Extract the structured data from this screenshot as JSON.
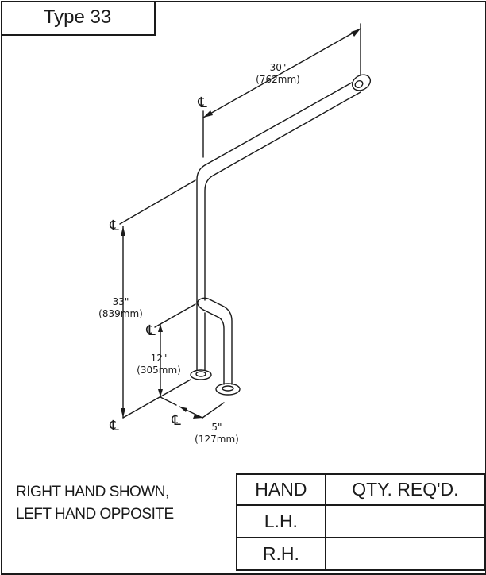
{
  "title": "Type 33",
  "dimensions": {
    "horizontal": {
      "imperial": "30\"",
      "metric": "(762mm)"
    },
    "height": {
      "imperial": "33\"",
      "metric": "(839mm)"
    },
    "support_height": {
      "imperial": "12\"",
      "metric": "(305mm)"
    },
    "offset": {
      "imperial": "5\"",
      "metric": "(127mm)"
    }
  },
  "centerline_symbol": "℄",
  "note": {
    "line1": "RIGHT HAND SHOWN,",
    "line2": "LEFT HAND OPPOSITE"
  },
  "table": {
    "headers": [
      "HAND",
      "QTY. REQ'D."
    ],
    "rows": [
      {
        "hand": "L.H.",
        "qty": ""
      },
      {
        "hand": "R.H.",
        "qty": ""
      }
    ]
  }
}
